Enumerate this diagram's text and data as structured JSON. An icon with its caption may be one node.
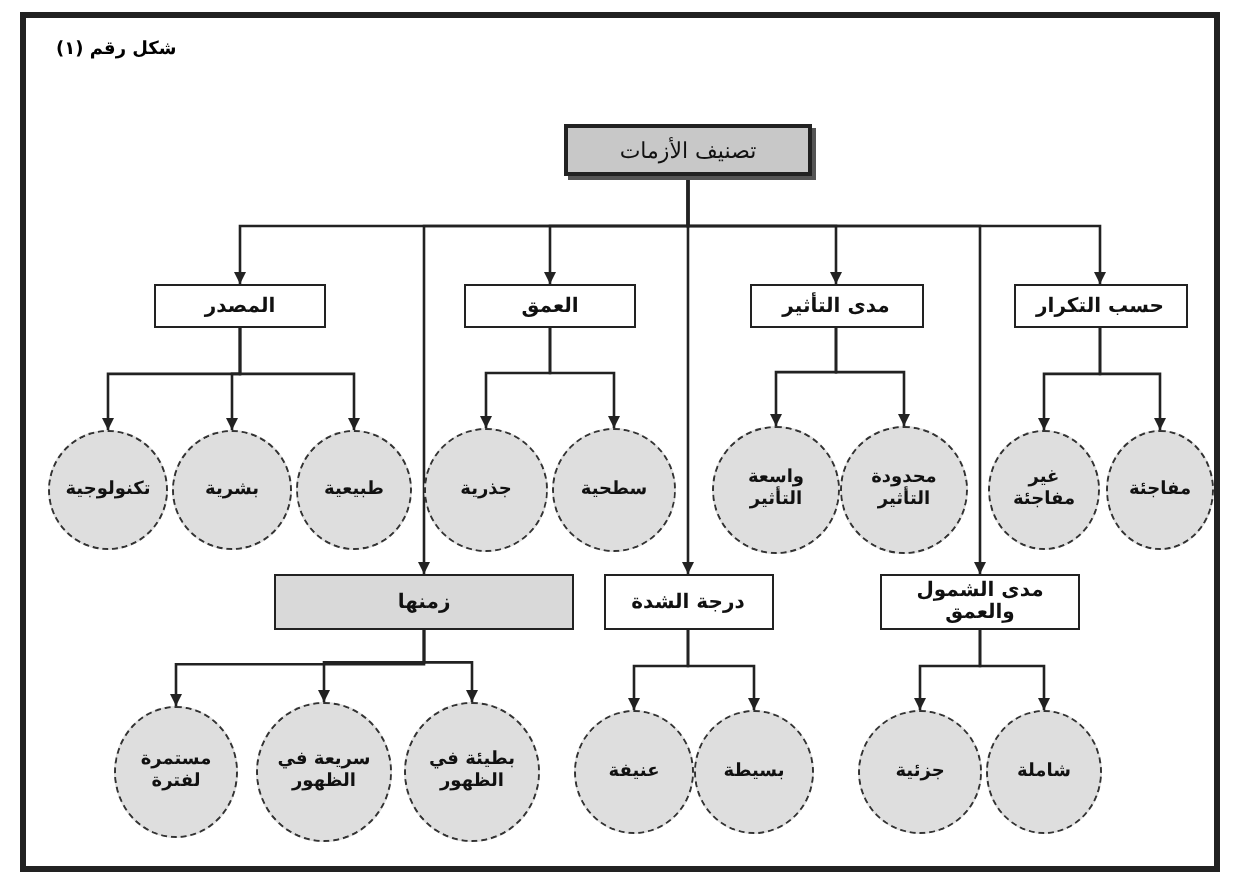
{
  "diagram": {
    "nodes": [
      {
        "text": [
          "تصنيف الأزمات"
        ]
      },
      {
        "text": [
          "المصدر"
        ]
      },
      {
        "text": [
          "العمق"
        ]
      },
      {
        "text": [
          "مدى التأثير"
        ]
      },
      {
        "text": [
          "حسب التكرار"
        ]
      },
      {
        "text": [
          "تكنولوجية"
        ]
      },
      {
        "text": [
          "بشرية"
        ]
      },
      {
        "text": [
          "طبيعية"
        ]
      },
      {
        "text": [
          "جذرية"
        ]
      },
      {
        "text": [
          "سطحية"
        ]
      },
      {
        "text": [
          "واسعة التأثير"
        ]
      },
      {
        "text": [
          "محدودة التأثير"
        ]
      },
      {
        "text": [
          "غير مفاجئة"
        ]
      },
      {
        "text": [
          "مفاجئة"
        ]
      },
      {
        "text": [
          "زمنها"
        ]
      },
      {
        "text": [
          "درجة الشدة"
        ]
      },
      {
        "text": [
          "مدى الشمول والعمق"
        ]
      },
      {
        "text": [
          "مستمرة لفترة"
        ]
      },
      {
        "text": [
          "سريعة في الظهور"
        ]
      },
      {
        "text": [
          "بطيئة في الظهور"
        ]
      },
      {
        "text": [
          "عنيفة"
        ]
      },
      {
        "text": [
          "بسيطة"
        ]
      },
      {
        "text": [
          "جزئية"
        ]
      },
      {
        "text": [
          "شاملة"
        ]
      }
    ],
    "edges": [
      {
        "from": 0,
        "to": 1,
        "arrow": "to"
      },
      {
        "from": 0,
        "to": 2,
        "arrow": "to"
      },
      {
        "from": 0,
        "to": 3,
        "arrow": "to"
      },
      {
        "from": 0,
        "to": 4,
        "arrow": "to"
      },
      {
        "from": 0,
        "to": 14,
        "arrow": "to"
      },
      {
        "from": 0,
        "to": 15,
        "arrow": "to"
      },
      {
        "from": 0,
        "to": 16,
        "arrow": "to"
      },
      {
        "from": 1,
        "to": 5,
        "arrow": "to"
      },
      {
        "from": 1,
        "to": 6,
        "arrow": "to"
      },
      {
        "from": 1,
        "to": 7,
        "arrow": "to"
      },
      {
        "from": 2,
        "to": 8,
        "arrow": "to"
      },
      {
        "from": 2,
        "to": 9,
        "arrow": "to"
      },
      {
        "from": 3,
        "to": 10,
        "arrow": "to"
      },
      {
        "from": 3,
        "to": 11,
        "arrow": "to"
      },
      {
        "from": 4,
        "to": 12,
        "arrow": "to"
      },
      {
        "from": 4,
        "to": 13,
        "arrow": "to"
      },
      {
        "from": 14,
        "to": 17,
        "arrow": "to"
      },
      {
        "from": 14,
        "to": 18,
        "arrow": "to"
      },
      {
        "from": 14,
        "to": 19,
        "arrow": "to"
      },
      {
        "from": 15,
        "to": 20,
        "arrow": "to"
      },
      {
        "from": 15,
        "to": 21,
        "arrow": "to"
      },
      {
        "from": 16,
        "to": 22,
        "arrow": "to"
      },
      {
        "from": 16,
        "to": 23,
        "arrow": "to"
      }
    ],
    "labels": [
      "شكل رقم (١)"
    ]
  }
}
